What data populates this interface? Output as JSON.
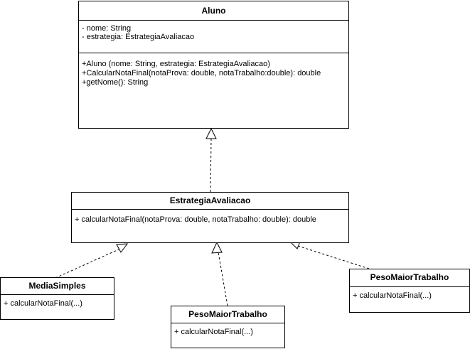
{
  "classes": {
    "aluno": {
      "name": "Aluno",
      "attributes": [
        "- nome: String",
        "- estrategia: EstrategiaAvaliacao"
      ],
      "methods": [
        "+Aluno (nome: String, estrategia: EstrategiaAvaliacao)",
        "+CalcularNotaFinal(notaProva: double, notaTrabalho:double): double",
        "+getNome(): String"
      ]
    },
    "estrategia": {
      "name": "EstrategiaAvaliacao",
      "methods": [
        "+ calcularNotaFinal(notaProva: double, notaTrabalho: double): double"
      ]
    },
    "media_simples": {
      "name": "MediaSimples",
      "methods": [
        "+ calcularNotaFinal(...)"
      ]
    },
    "peso_maior_center": {
      "name": "PesoMaiorTrabalho",
      "methods": [
        "+ calcularNotaFinal(...)"
      ]
    },
    "peso_maior_right": {
      "name": "PesoMaiorTrabalho",
      "methods": [
        "+ calcularNotaFinal(...)"
      ]
    }
  },
  "relations": [
    {
      "type": "realization",
      "from": "estrategia",
      "to": "aluno"
    },
    {
      "type": "realization",
      "from": "media_simples",
      "to": "estrategia"
    },
    {
      "type": "realization",
      "from": "peso_maior_center",
      "to": "estrategia"
    },
    {
      "type": "realization",
      "from": "peso_maior_right",
      "to": "estrategia"
    }
  ],
  "colors": {
    "line": "#000000",
    "background": "#ffffff"
  }
}
